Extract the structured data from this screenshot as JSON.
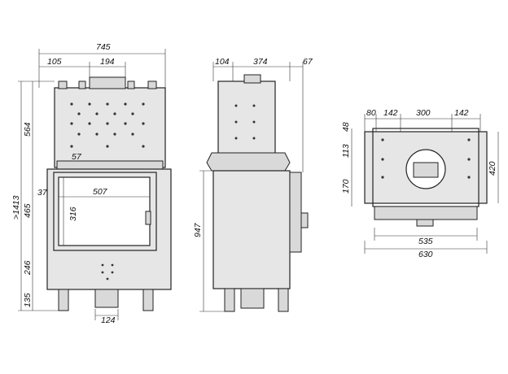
{
  "dimensions": {
    "front": {
      "overall_width": "745",
      "top_offset": "105",
      "top_outlet_width": "194",
      "height_upper": "564",
      "height_total": ">1413",
      "height_door": "465",
      "height_lower": "246",
      "height_base": "135",
      "door_offset": "57",
      "glass_side_offset": "37",
      "glass_width": "507",
      "glass_height": "316",
      "outlet_bottom_width": "124"
    },
    "side": {
      "top_depth": "104",
      "body_depth": "374",
      "front_depth": "67",
      "body_height": "947"
    },
    "top": {
      "seg1": "80",
      "seg2": "142",
      "seg3": "300",
      "seg4": "142",
      "v1": "48",
      "v2": "113",
      "v3": "170",
      "depth": "420",
      "inner_width": "535",
      "outer_width": "630"
    }
  }
}
